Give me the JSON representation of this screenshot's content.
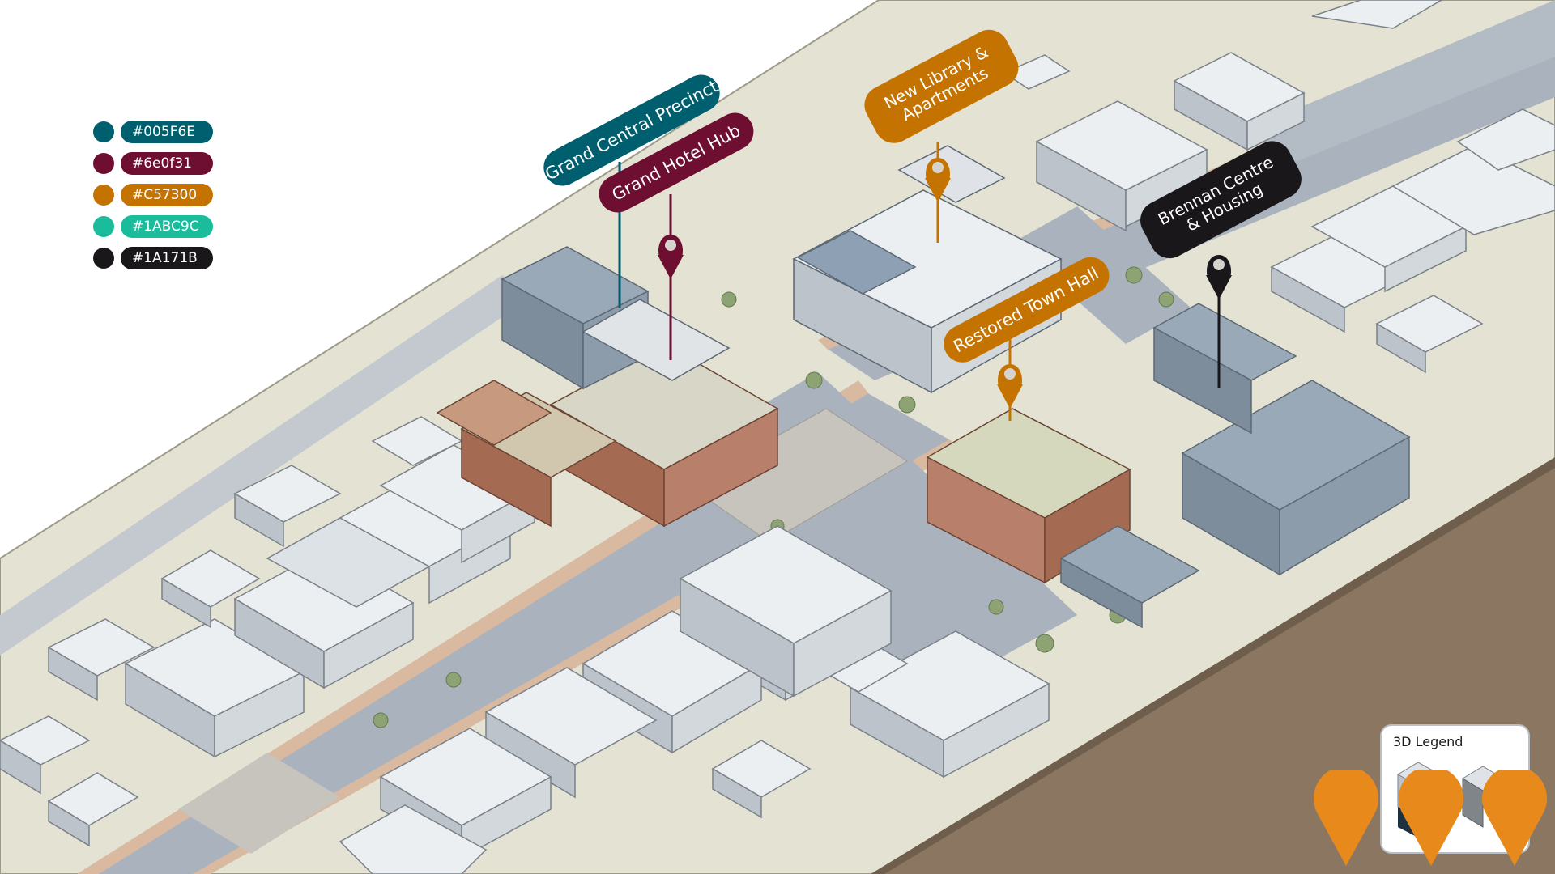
{
  "swatches": [
    {
      "label": "#005F6E",
      "color": "#005F6E"
    },
    {
      "label": "#6e0f31",
      "color": "#6e0f31"
    },
    {
      "label": "#C57300",
      "color": "#C57300"
    },
    {
      "label": "#1ABC9C",
      "color": "#1ABC9C"
    },
    {
      "label": "#1A171B",
      "color": "#1A171B"
    }
  ],
  "callouts": {
    "grand_central": {
      "text": "Grand Central Precinct",
      "color": "#005F6E"
    },
    "grand_hotel": {
      "text": "Grand Hotel Hub",
      "color": "#6e0f31"
    },
    "library": {
      "line1": "New Library &",
      "line2": "Apartments",
      "color": "#C57300"
    },
    "town_hall": {
      "text": "Restored Town Hall",
      "color": "#C57300"
    },
    "brennan": {
      "line1": "Brennan Centre",
      "line2": "& Housing",
      "color": "#1A171B"
    }
  },
  "legend": {
    "title": "3D Legend"
  },
  "palette": {
    "ground": "#e4e3d3",
    "road": "#a9b2bd",
    "sidewalk": "#d9b9a0",
    "roof_light": "#eceff1",
    "wall_grey": "#bcc3ca",
    "brick": "#a46a52",
    "slab_side": "#8b7761",
    "pin_orange": "#E8891C"
  }
}
